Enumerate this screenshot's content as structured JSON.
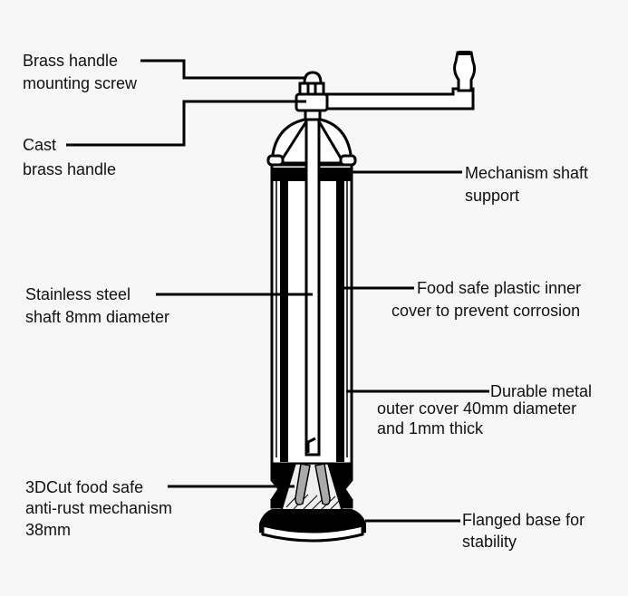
{
  "labels": {
    "mounting_screw": [
      "Brass handle",
      "mounting screw"
    ],
    "cast_handle": [
      "Cast",
      "brass handle"
    ],
    "shaft_support": [
      "Mechanism shaft",
      "support"
    ],
    "steel_shaft": [
      "Stainless steel",
      "shaft 8mm diameter"
    ],
    "inner_cover": [
      "Food safe plastic inner",
      "cover to prevent corrosion"
    ],
    "outer_cover": [
      "Durable metal",
      "outer cover 40mm diameter",
      "and 1mm thick"
    ],
    "mechanism": [
      "3DCut food safe",
      "anti-rust mechanism",
      "38mm"
    ],
    "base": [
      "Flanged base for",
      "stability"
    ]
  }
}
